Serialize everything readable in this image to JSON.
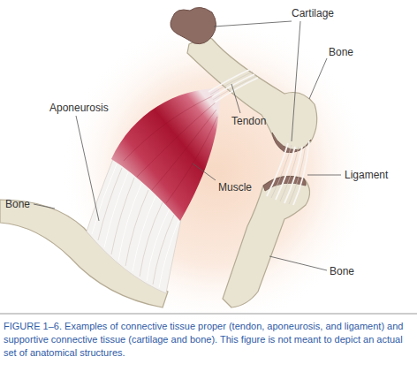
{
  "diagram": {
    "caption": "FIGURE 1–6. Examples of connective tissue proper (tendon, aponeurosis, and ligament) and supportive connective tissue (cartilage and bone). This figure is not meant to depict an actual set of anatomical structures.",
    "labels": [
      "Cartilage",
      "Bone",
      "Aponeurosis",
      "Tendon",
      "Ligament",
      "Muscle",
      "Bone",
      "Bone"
    ]
  }
}
